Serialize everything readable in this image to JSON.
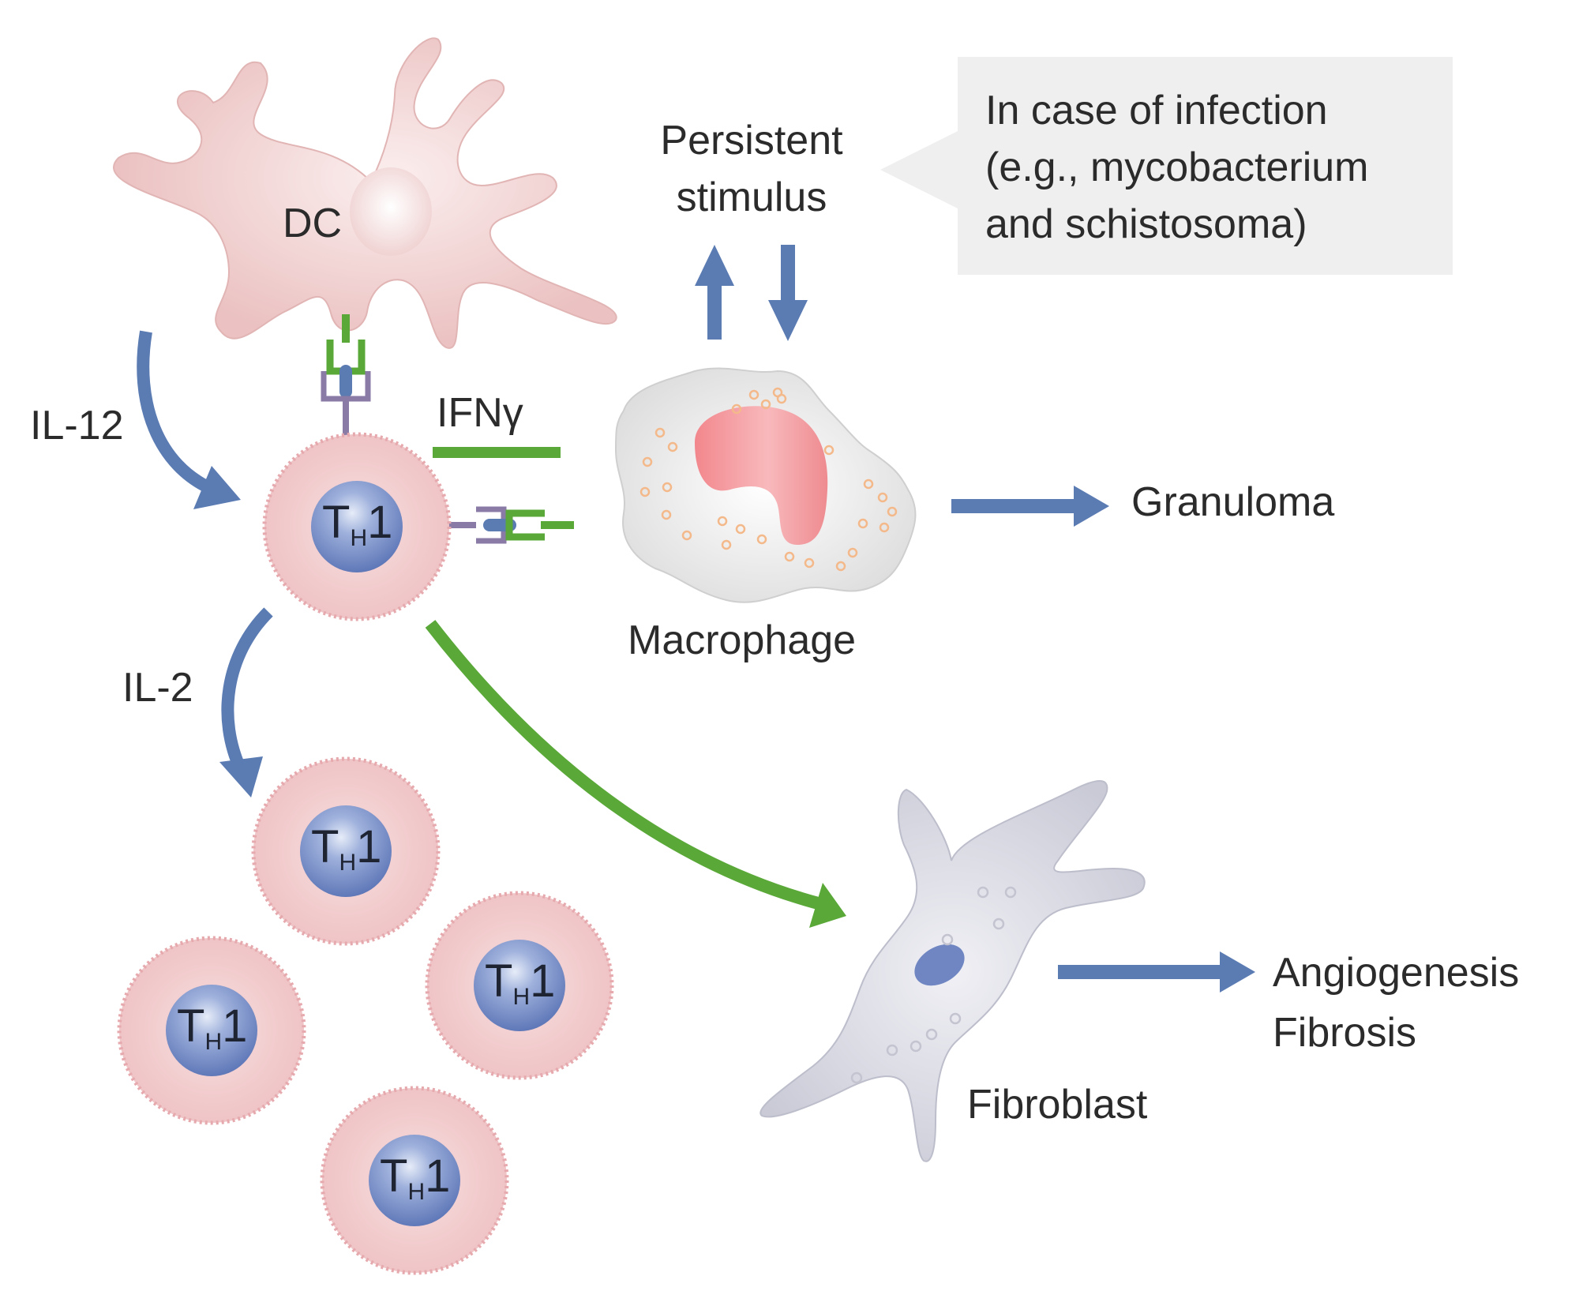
{
  "cells": {
    "dendritic": "DC",
    "th1_main": {
      "t": "T",
      "h": "H",
      "n": "1"
    },
    "th1_daughters": [
      {
        "t": "T",
        "h": "H",
        "n": "1"
      },
      {
        "t": "T",
        "h": "H",
        "n": "1"
      },
      {
        "t": "T",
        "h": "H",
        "n": "1"
      },
      {
        "t": "T",
        "h": "H",
        "n": "1"
      }
    ],
    "macrophage": "Macrophage",
    "fibroblast": "Fibroblast"
  },
  "signals": {
    "il12": "IL-12",
    "il2": "IL-2",
    "ifng": "IFNγ"
  },
  "stimulus": {
    "line1": "Persistent",
    "line2": "stimulus"
  },
  "callout": {
    "line1": "In case of infection",
    "line2": "(e.g., mycobacterium",
    "line3": "and schistosoma)"
  },
  "outcomes": {
    "granuloma": "Granuloma",
    "line1": "Angiogenesis",
    "line2": "Fibrosis"
  },
  "colors": {
    "blue_arrow": "#5b7bb3",
    "green_arrow": "#5aa838",
    "cell_pink": "#f0c9cb",
    "nucleus_blue": "#6f86c2",
    "macrophage_nucleus": "#f29a9e",
    "fibroblast_gray": "#d8d9e2",
    "receptor_purple": "#8a7aa6",
    "callout_bg": "#efefef"
  },
  "icons": [
    "dendritic-cell-icon",
    "th1-cell-icon",
    "macrophage-icon",
    "fibroblast-icon",
    "receptor-icon"
  ]
}
